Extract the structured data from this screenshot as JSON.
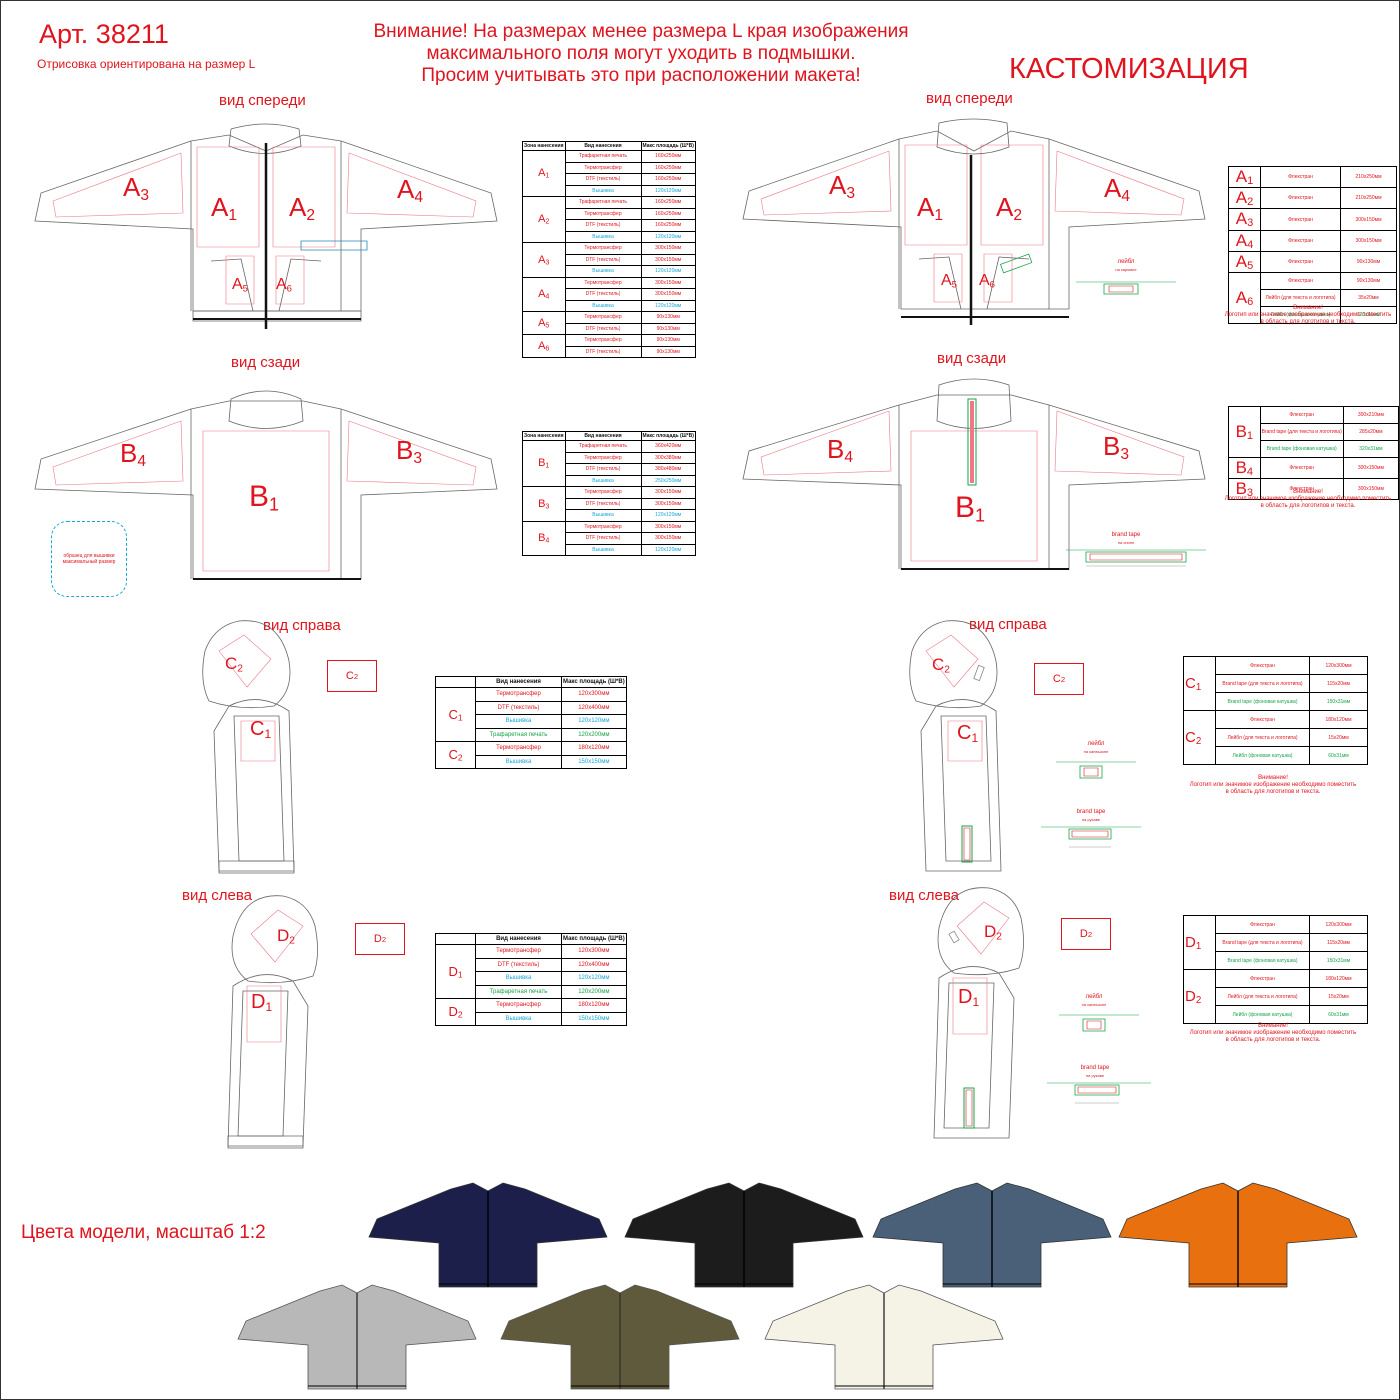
{
  "header": {
    "article": "Арт. 38211",
    "size_note": "Отрисовка ориентирована на размер L",
    "warning_line1": "Внимание! На размерах менее размера L края изображения",
    "warning_line2": "максимального поля могут уходить в подмышки.",
    "warning_line3": "Просим учитывать это при расположении макета!",
    "customization": "КАСТОМИЗАЦИЯ"
  },
  "views": {
    "front": "вид спереди",
    "back": "вид сзади",
    "right": "вид справа",
    "left": "вид слева"
  },
  "zones": {
    "A1": {
      "letter": "A",
      "index": "1"
    },
    "A2": {
      "letter": "A",
      "index": "2"
    },
    "A3": {
      "letter": "A",
      "index": "3"
    },
    "A4": {
      "letter": "A",
      "index": "4"
    },
    "A5": {
      "letter": "A",
      "index": "5"
    },
    "A6": {
      "letter": "A",
      "index": "6"
    },
    "B1": {
      "letter": "B",
      "index": "1"
    },
    "B3": {
      "letter": "B",
      "index": "3"
    },
    "B4": {
      "letter": "B",
      "index": "4"
    },
    "C1": {
      "letter": "C",
      "index": "1"
    },
    "C2": {
      "letter": "C",
      "index": "2"
    },
    "D1": {
      "letter": "D",
      "index": "1"
    },
    "D2": {
      "letter": "D",
      "index": "2"
    }
  },
  "embroidery_sample": "образец для вышивки максимальный размер",
  "table_headers": {
    "zone": "Зона нанесения",
    "method": "Вид нанесения",
    "area": "Макс площадь (Ш*В)"
  },
  "front_table": [
    {
      "zone": "A1",
      "rows": [
        [
          "Трафаретная печать",
          "160x250мм",
          "red"
        ],
        [
          "Термотрансфер",
          "160x250мм",
          "red"
        ],
        [
          "DTF (текстиль)",
          "160x250мм",
          "red"
        ],
        [
          "Вышивка",
          "120x120мм",
          "cyan"
        ]
      ]
    },
    {
      "zone": "A2",
      "rows": [
        [
          "Трафаретная печать",
          "160x250мм",
          "red"
        ],
        [
          "Термотрансфер",
          "160x250мм",
          "red"
        ],
        [
          "DTF (текстиль)",
          "160x250мм",
          "red"
        ],
        [
          "Вышивка",
          "120x120мм",
          "cyan"
        ]
      ]
    },
    {
      "zone": "A3",
      "rows": [
        [
          "Термотрансфер",
          "300x150мм",
          "red"
        ],
        [
          "DTF (текстиль)",
          "300x150мм",
          "red"
        ],
        [
          "Вышивка",
          "120x120мм",
          "cyan"
        ]
      ]
    },
    {
      "zone": "A4",
      "rows": [
        [
          "Термотрансфер",
          "300x150мм",
          "red"
        ],
        [
          "DTF (текстиль)",
          "300x150мм",
          "red"
        ],
        [
          "Вышивка",
          "120x120мм",
          "cyan"
        ]
      ]
    },
    {
      "zone": "A5",
      "rows": [
        [
          "Термотрансфер",
          "90x130мм",
          "red"
        ],
        [
          "DTF (текстиль)",
          "90x130мм",
          "red"
        ]
      ]
    },
    {
      "zone": "A6",
      "rows": [
        [
          "Термотрансфер",
          "90x130мм",
          "red"
        ],
        [
          "DTF (текстиль)",
          "90x130мм",
          "red"
        ]
      ]
    }
  ],
  "back_table": [
    {
      "zone": "B1",
      "rows": [
        [
          "Трафаретная печать",
          "360x420мм",
          "red"
        ],
        [
          "Термотрансфер",
          "300x380мм",
          "red"
        ],
        [
          "DTF (текстиль)",
          "380x480мм",
          "red"
        ],
        [
          "Вышивка",
          "250x250мм",
          "cyan"
        ]
      ]
    },
    {
      "zone": "B3",
      "rows": [
        [
          "Термотрансфер",
          "300x150мм",
          "red"
        ],
        [
          "DTF (текстиль)",
          "300x150мм",
          "red"
        ],
        [
          "Вышивка",
          "120x120мм",
          "cyan"
        ]
      ]
    },
    {
      "zone": "B4",
      "rows": [
        [
          "Термотрансфер",
          "300x150мм",
          "red"
        ],
        [
          "DTF (текстиль)",
          "300x150мм",
          "red"
        ],
        [
          "Вышивка",
          "120x120мм",
          "cyan"
        ]
      ]
    }
  ],
  "right_table": [
    {
      "zone": "C1",
      "rows": [
        [
          "Термотрансфер",
          "120x300мм",
          "red"
        ],
        [
          "DTF (текстиль)",
          "120x400мм",
          "red"
        ],
        [
          "Вышивка",
          "120x120мм",
          "cyan"
        ],
        [
          "Трафаретная печать",
          "120x200мм",
          "green"
        ]
      ]
    },
    {
      "zone": "C2",
      "rows": [
        [
          "Термотрансфер",
          "180x120мм",
          "red"
        ],
        [
          "Вышивка",
          "150x150мм",
          "cyan"
        ]
      ]
    }
  ],
  "left_table": [
    {
      "zone": "D1",
      "rows": [
        [
          "Термотрансфер",
          "120x300мм",
          "red"
        ],
        [
          "DTF (текстиль)",
          "120x400мм",
          "red"
        ],
        [
          "Вышивка",
          "120x120мм",
          "cyan"
        ],
        [
          "Трафаретная печать",
          "120x200мм",
          "green"
        ]
      ]
    },
    {
      "zone": "D2",
      "rows": [
        [
          "Термотрансфер",
          "180x120мм",
          "red"
        ],
        [
          "Вышивка",
          "150x150мм",
          "cyan"
        ]
      ]
    }
  ],
  "custom_front_table": [
    {
      "zone": "A1",
      "rows": [
        [
          "Флекстран",
          "210x250мм",
          "red"
        ]
      ]
    },
    {
      "zone": "A2",
      "rows": [
        [
          "Флекстран",
          "210x250мм",
          "red"
        ]
      ]
    },
    {
      "zone": "A3",
      "rows": [
        [
          "Флекстран",
          "300x150мм",
          "red"
        ]
      ]
    },
    {
      "zone": "A4",
      "rows": [
        [
          "Флекстран",
          "300x150мм",
          "red"
        ]
      ]
    },
    {
      "zone": "A5",
      "rows": [
        [
          "Флекстран",
          "90x130мм",
          "red"
        ]
      ]
    },
    {
      "zone": "A6",
      "rows": [
        [
          "Флекстран",
          "90x130мм",
          "red"
        ],
        [
          "Лейбл (для текста и логотипа)",
          "35x20мм",
          "red"
        ],
        [
          "Лейбл (фоновая катушка)",
          "120x31мм",
          "green"
        ]
      ]
    }
  ],
  "custom_back_table": [
    {
      "zone": "B1",
      "rows": [
        [
          "Флекстран",
          "300x210мм",
          "red"
        ],
        [
          "Brand tape (для текста и логотипа)",
          "285x20мм",
          "red"
        ],
        [
          "Brand tape (фоновая катушка)",
          "320x31мм",
          "green"
        ]
      ]
    },
    {
      "zone": "B4",
      "rows": [
        [
          "Флекстран",
          "300x150мм",
          "red"
        ]
      ]
    },
    {
      "zone": "B3",
      "rows": [
        [
          "Флекстран",
          "300x150мм",
          "red"
        ]
      ]
    }
  ],
  "custom_right_table": [
    {
      "zone": "C1",
      "rows": [
        [
          "Флекстран",
          "120x300мм",
          "red"
        ],
        [
          "Brand tape (для текста и логотипа)",
          "115x20мм",
          "red"
        ],
        [
          "Brand tape (фоновая катушка)",
          "150x31мм",
          "green"
        ]
      ]
    },
    {
      "zone": "C2",
      "rows": [
        [
          "Флекстран",
          "180x120мм",
          "red"
        ],
        [
          "Лейбл (для текста и логотипа)",
          "15x20мм",
          "red"
        ],
        [
          "Лейбл (фоновая катушка)",
          "60x31мм",
          "green"
        ]
      ]
    }
  ],
  "custom_left_table": [
    {
      "zone": "D1",
      "rows": [
        [
          "Флекстран",
          "120x300мм",
          "red"
        ],
        [
          "Brand tape (для текста и логотипа)",
          "115x20мм",
          "red"
        ],
        [
          "Brand tape (фоновая катушка)",
          "150x31мм",
          "green"
        ]
      ]
    },
    {
      "zone": "D2",
      "rows": [
        [
          "Флекстран",
          "180x120мм",
          "red"
        ],
        [
          "Лейбл (для текста и логотипа)",
          "15x20мм",
          "red"
        ],
        [
          "Лейбл (фоновая катушка)",
          "60x31мм",
          "green"
        ]
      ]
    }
  ],
  "custom_warning": {
    "line1": "Внимание!",
    "line2": "Логотип или значимое изображение необходимо поместить",
    "line3": "в область для логотипов и текста."
  },
  "tags": {
    "label": "лейбл",
    "label_place_chest": "на кармане",
    "label_place_sleeve": "на капюшоне",
    "brand_tape": "brand tape",
    "brand_tape_back": "на спине",
    "brand_tape_sleeve": "на рукаве"
  },
  "colors_title": "Цвета модели, масштаб 1:2",
  "model_colors": [
    "#1c1f4a",
    "#1c1c1c",
    "#4a5f78",
    "#e8700f",
    "#b8b8b8",
    "#5f5a3c",
    "#f5f2e6"
  ]
}
